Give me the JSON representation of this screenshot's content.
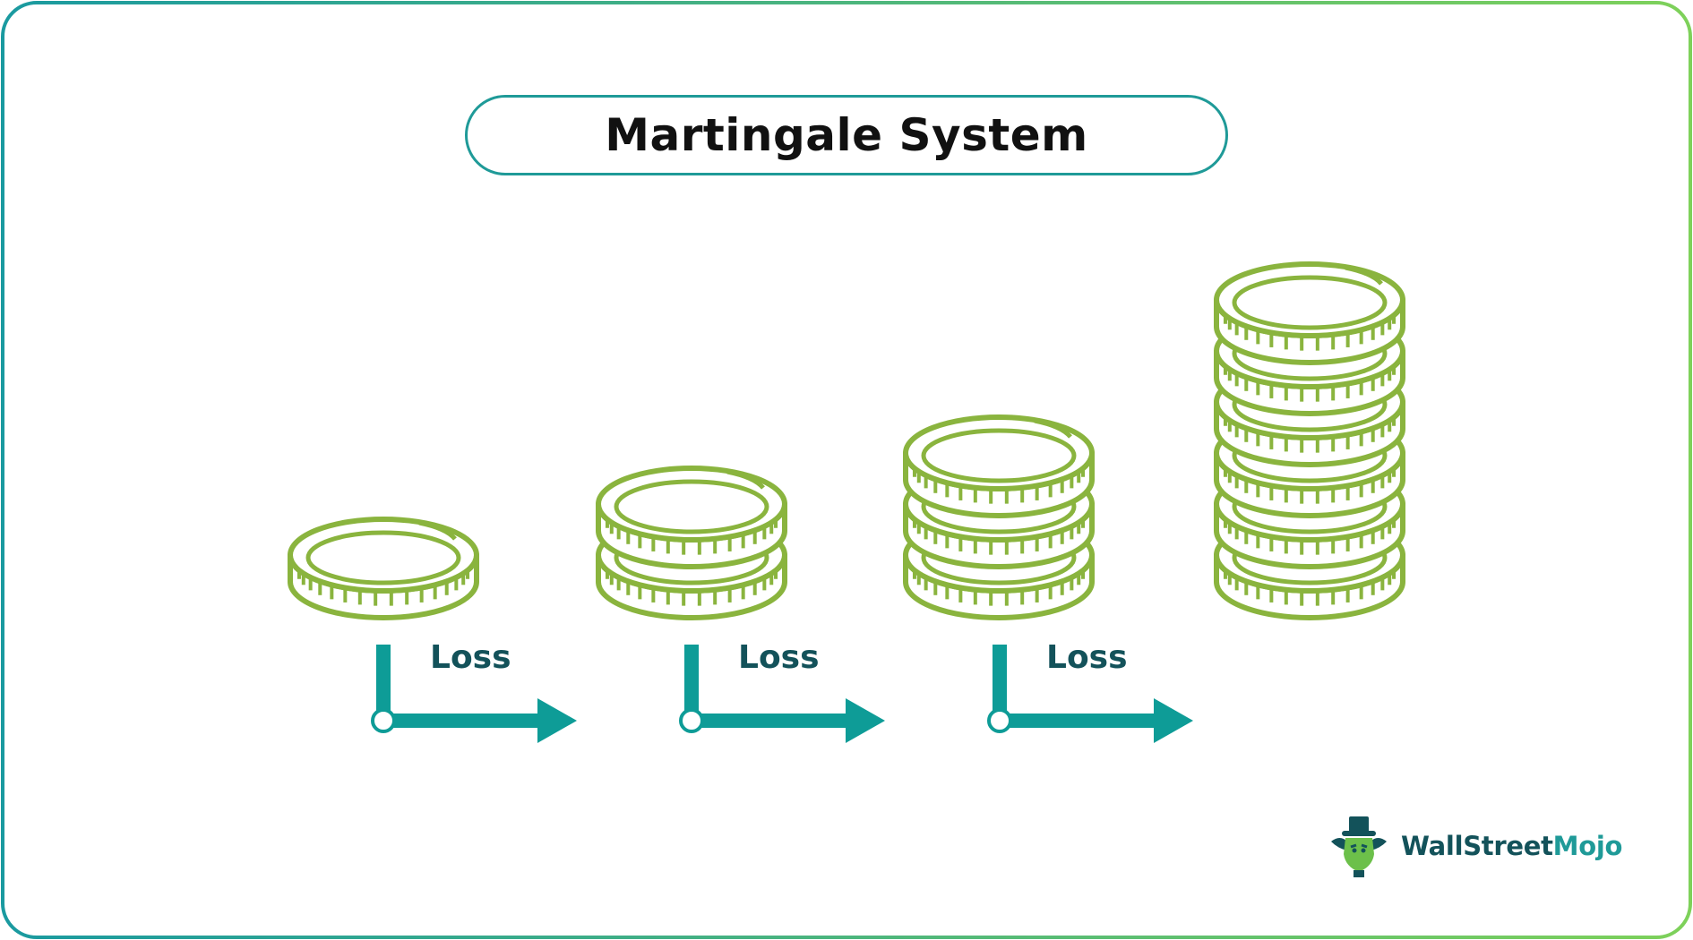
{
  "title": "Martingale System",
  "steps": [
    {
      "coin_count": 1,
      "label": "Loss"
    },
    {
      "coin_count": 2,
      "label": "Loss"
    },
    {
      "coin_count": 3,
      "label": "Loss"
    },
    {
      "coin_count": 6,
      "label": ""
    }
  ],
  "logo": {
    "part1": "WallStreet",
    "part2": "Mojo"
  },
  "colors": {
    "border_gradient_start": "#1a9aa0",
    "border_gradient_end": "#7ed15a",
    "title_border": "#1f9a98",
    "coin": "#8ab43e",
    "arrow": "#0e9c97",
    "label": "#13525a",
    "logo_dark": "#13525a",
    "logo_accent": "#1f9a98"
  }
}
